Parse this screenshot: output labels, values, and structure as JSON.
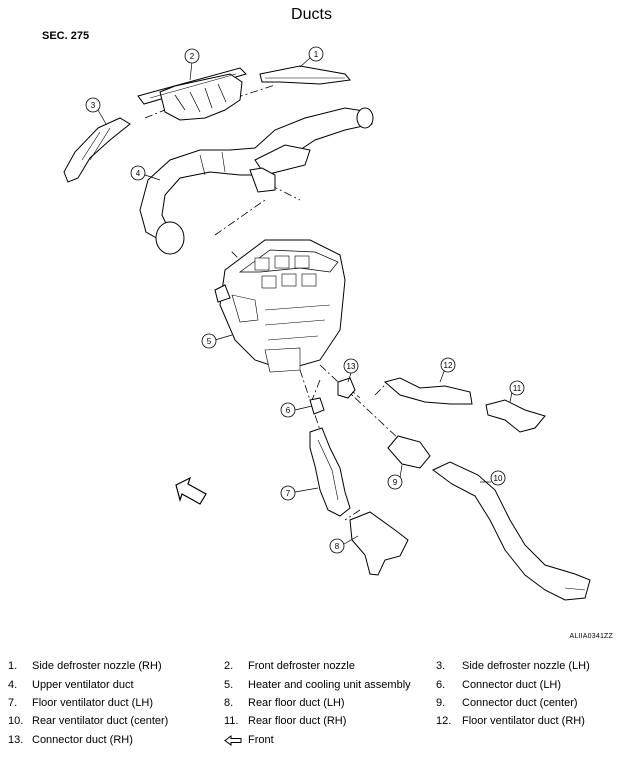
{
  "title": "Ducts",
  "section": "SEC. 275",
  "figure_id": "ALIIA0341ZZ",
  "callouts": [
    "1",
    "2",
    "3",
    "4",
    "5",
    "6",
    "7",
    "8",
    "9",
    "10",
    "11",
    "12",
    "13"
  ],
  "legend": [
    {
      "num": "1.",
      "label": "Side defroster nozzle (RH)"
    },
    {
      "num": "2.",
      "label": "Front defroster nozzle"
    },
    {
      "num": "3.",
      "label": "Side defroster nozzle (LH)"
    },
    {
      "num": "4.",
      "label": "Upper ventilator duct"
    },
    {
      "num": "5.",
      "label": "Heater and cooling unit assembly"
    },
    {
      "num": "6.",
      "label": "Connector duct (LH)"
    },
    {
      "num": "7.",
      "label": "Floor ventilator duct (LH)"
    },
    {
      "num": "8.",
      "label": "Rear floor duct (LH)"
    },
    {
      "num": "9.",
      "label": "Connector duct (center)"
    },
    {
      "num": "10.",
      "label": "Rear ventilator duct (center)"
    },
    {
      "num": "11.",
      "label": "Rear floor duct (RH)"
    },
    {
      "num": "12.",
      "label": "Floor ventilator duct (RH)"
    },
    {
      "num": "13.",
      "label": "Connector duct (RH)"
    },
    {
      "num": "",
      "label": "Front",
      "icon": "front-arrow-icon"
    }
  ]
}
